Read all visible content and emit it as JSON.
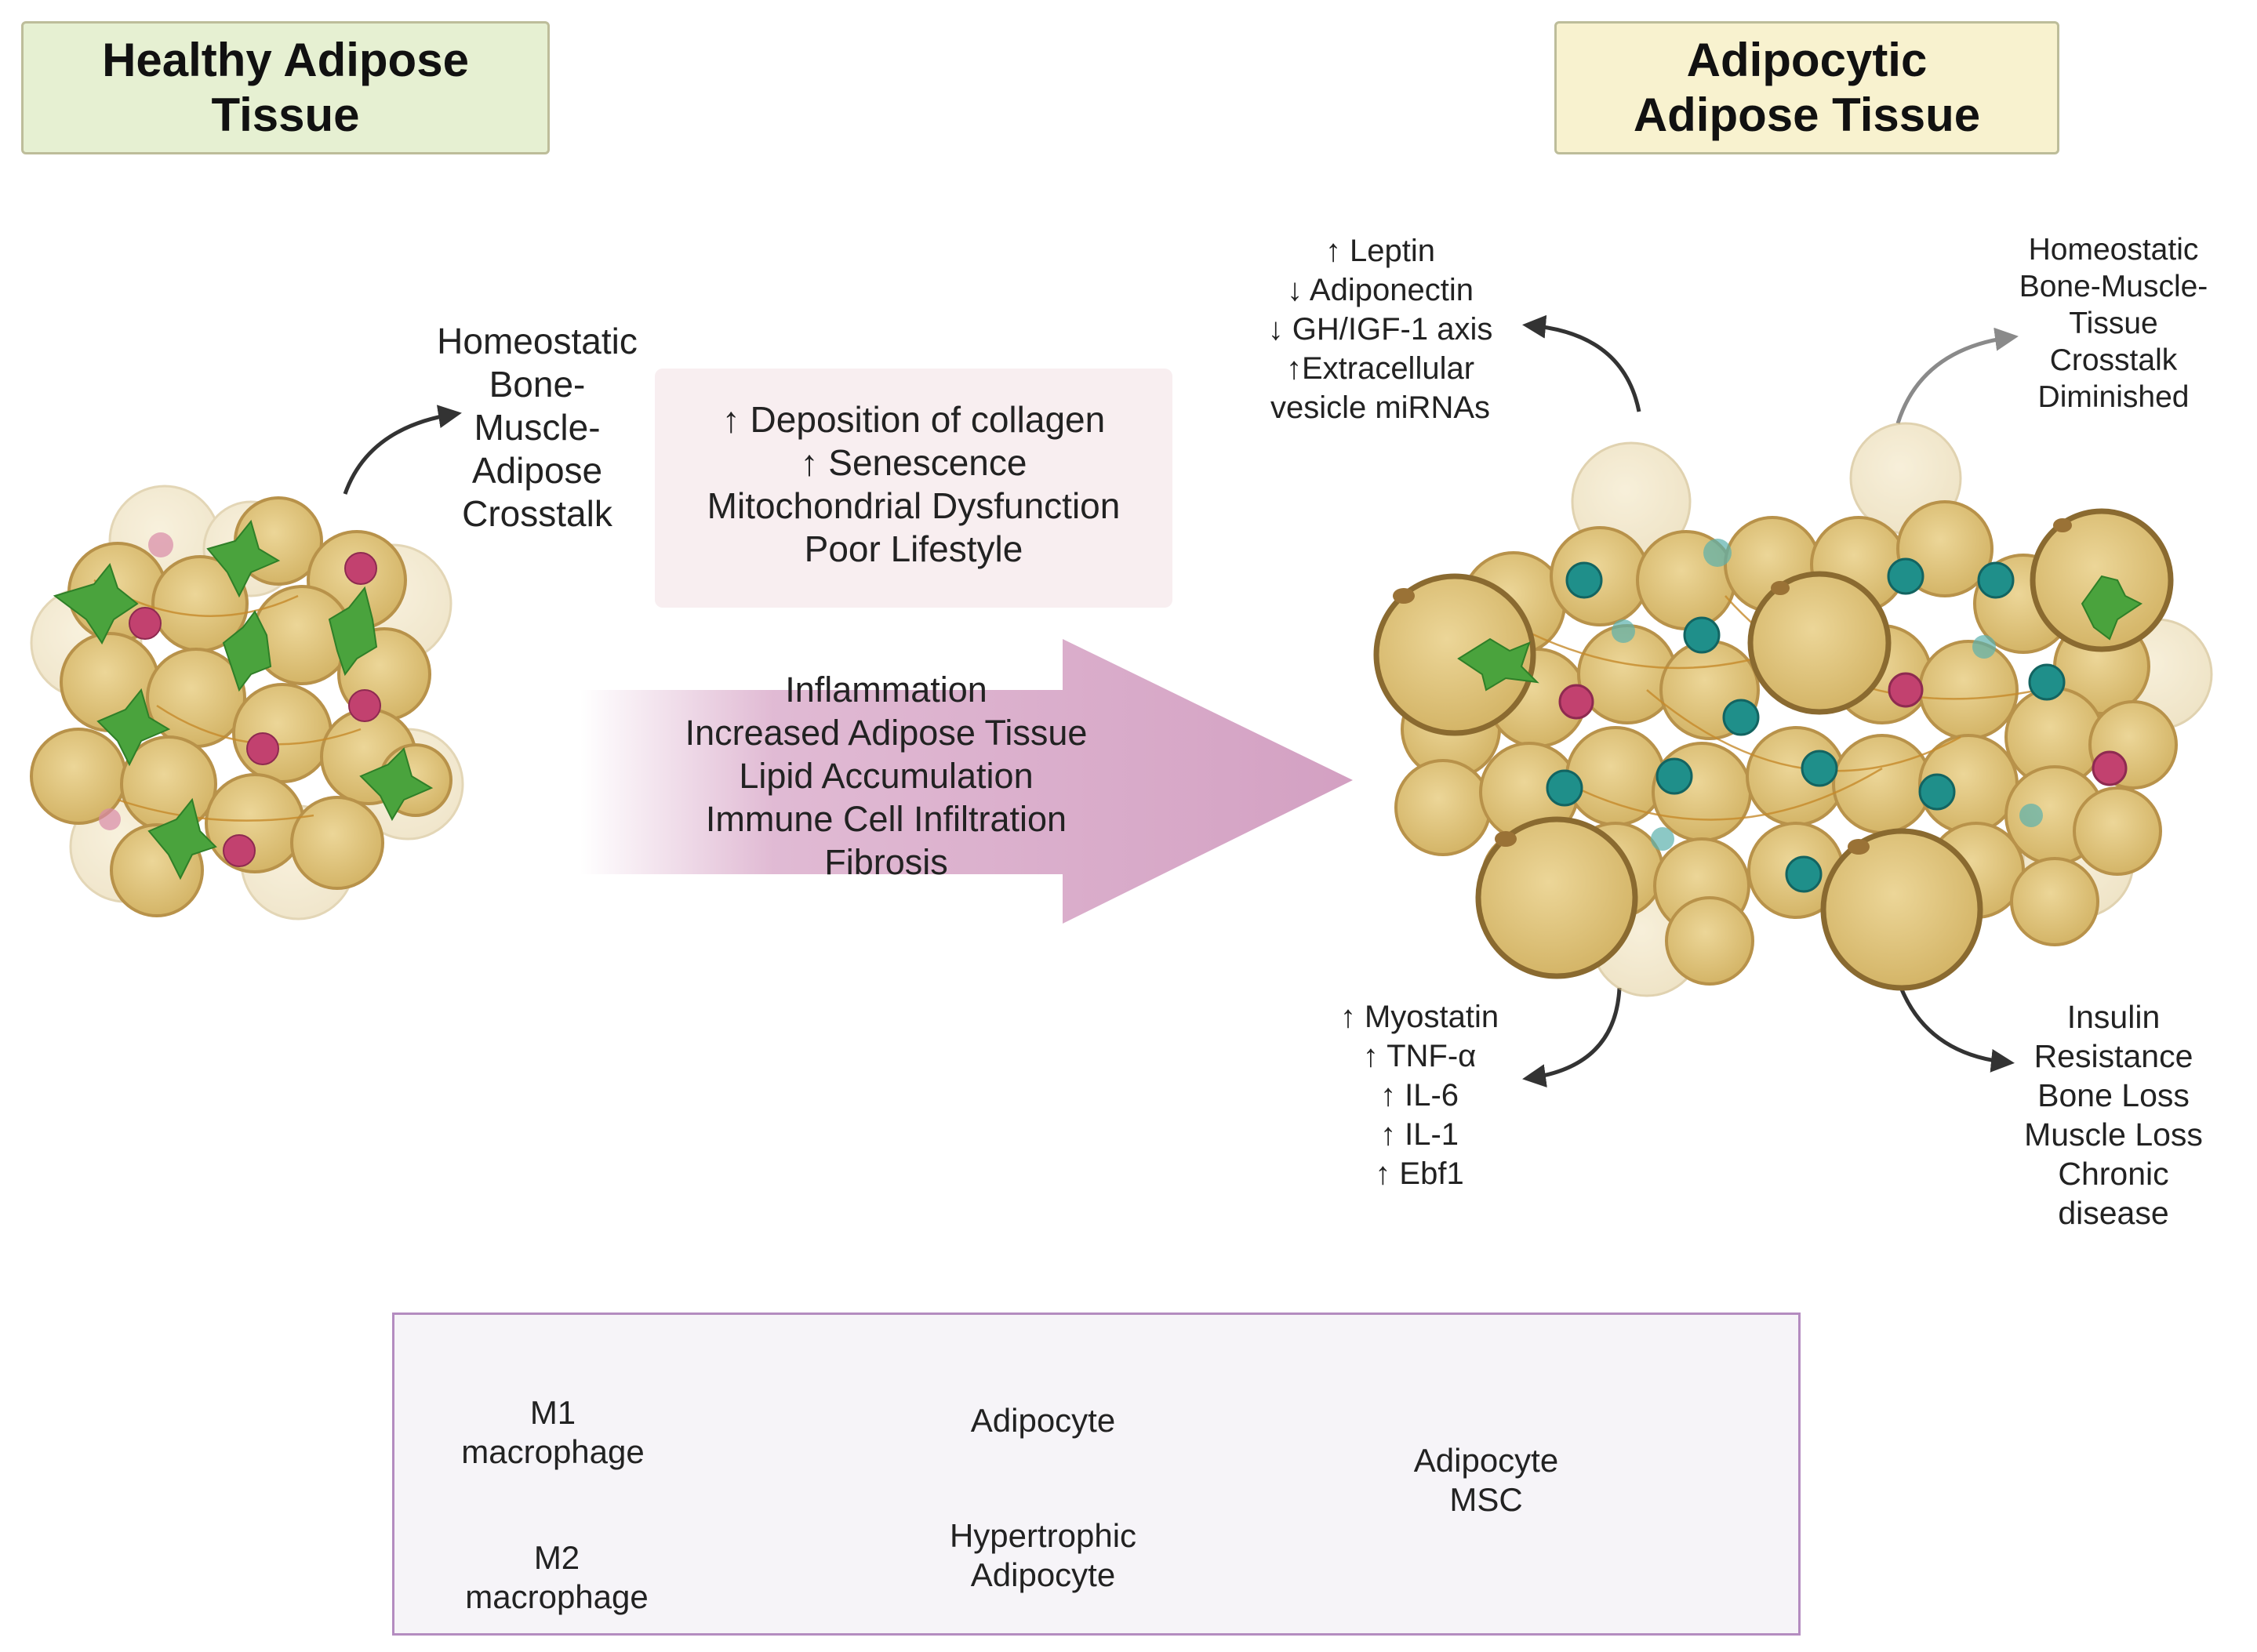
{
  "titles": {
    "healthy": "Healthy Adipose\nTissue",
    "adipocytic": "Adipocytic\nAdipose Tissue"
  },
  "healthy_crosstalk": [
    "Homeostatic",
    "Bone-",
    "Muscle-",
    "Adipose",
    "Crosstalk"
  ],
  "factors_box": [
    "↑ Deposition of collagen",
    "↑ Senescence",
    "Mitochondrial Dysfunction",
    "Poor Lifestyle"
  ],
  "arrow_text": [
    "Inflammation",
    "Increased Adipose Tissue",
    "Lipid Accumulation",
    "Immune Cell Infiltration",
    "Fibrosis"
  ],
  "adipokines": [
    "↑ Leptin",
    "↓ Adiponectin",
    "↓ GH/IGF-1 axis",
    "↑Extracellular",
    "vesicle miRNAs"
  ],
  "diminished_crosstalk": [
    "Homeostatic",
    "Bone-Muscle-",
    "Tissue",
    "Crosstalk",
    "Diminished"
  ],
  "cytokines": [
    "↑ Myostatin",
    "↑ TNF-α",
    "↑ IL-6",
    "↑ IL-1",
    "↑ Ebf1"
  ],
  "outcomes": [
    "Insulin",
    "Resistance",
    "Bone Loss",
    "Muscle Loss",
    "Chronic",
    "disease"
  ],
  "legend": {
    "m1": [
      "M1",
      "macrophage"
    ],
    "m2": [
      "M2",
      "macrophage"
    ],
    "adipocyte": [
      "Adipocyte"
    ],
    "hypertrophic": [
      "Hypertrophic",
      "Adipocyte"
    ],
    "msc": [
      "Adipocyte",
      "MSC"
    ]
  },
  "colors": {
    "healthy_title_bg": "#e6f0d2",
    "adipocytic_title_bg": "#f8f2cf",
    "factors_bg": "#f8eef0",
    "arrow": "#d9a9c9",
    "adipocyte": "#ddc178",
    "adipocyte_edge": "#b08a3a",
    "m1": "#1f8f8a",
    "m2": "#c2416f",
    "msc": "#4aa33d"
  }
}
